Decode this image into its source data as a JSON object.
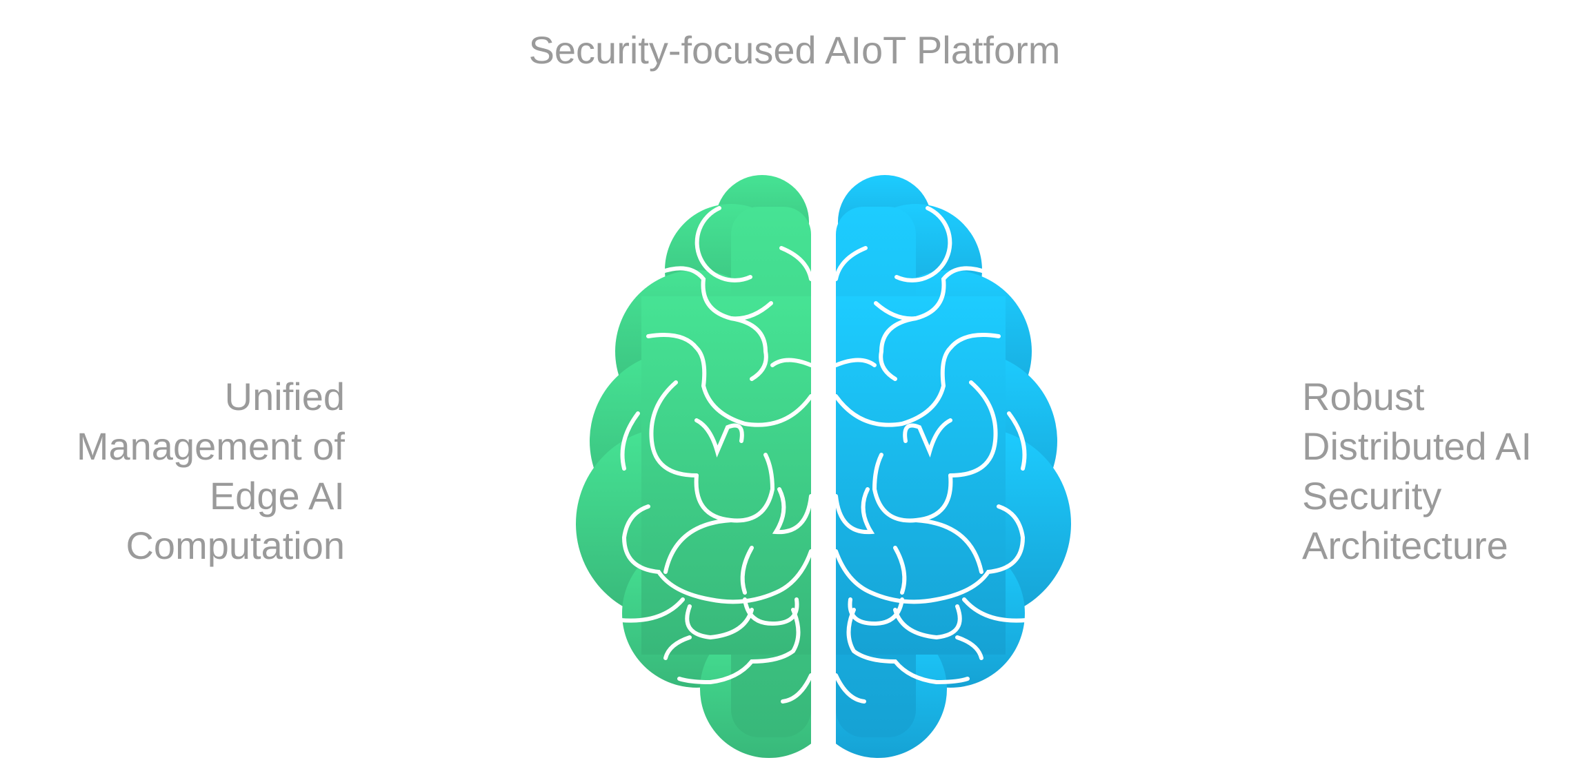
{
  "title": "Security-focused AIoT Platform",
  "left_hemisphere": {
    "lines": [
      "Unified",
      "Management of",
      "Edge AI",
      "Computation"
    ],
    "color_top": "#46E394",
    "color_bottom": "#38B87A"
  },
  "right_hemisphere": {
    "lines": [
      "Robust",
      "Distributed AI",
      "Security",
      "Architecture"
    ],
    "color_top": "#1DCCFF",
    "color_bottom": "#16A2D4"
  },
  "text_color": "#9a9a9a",
  "icon": "brain-icon"
}
